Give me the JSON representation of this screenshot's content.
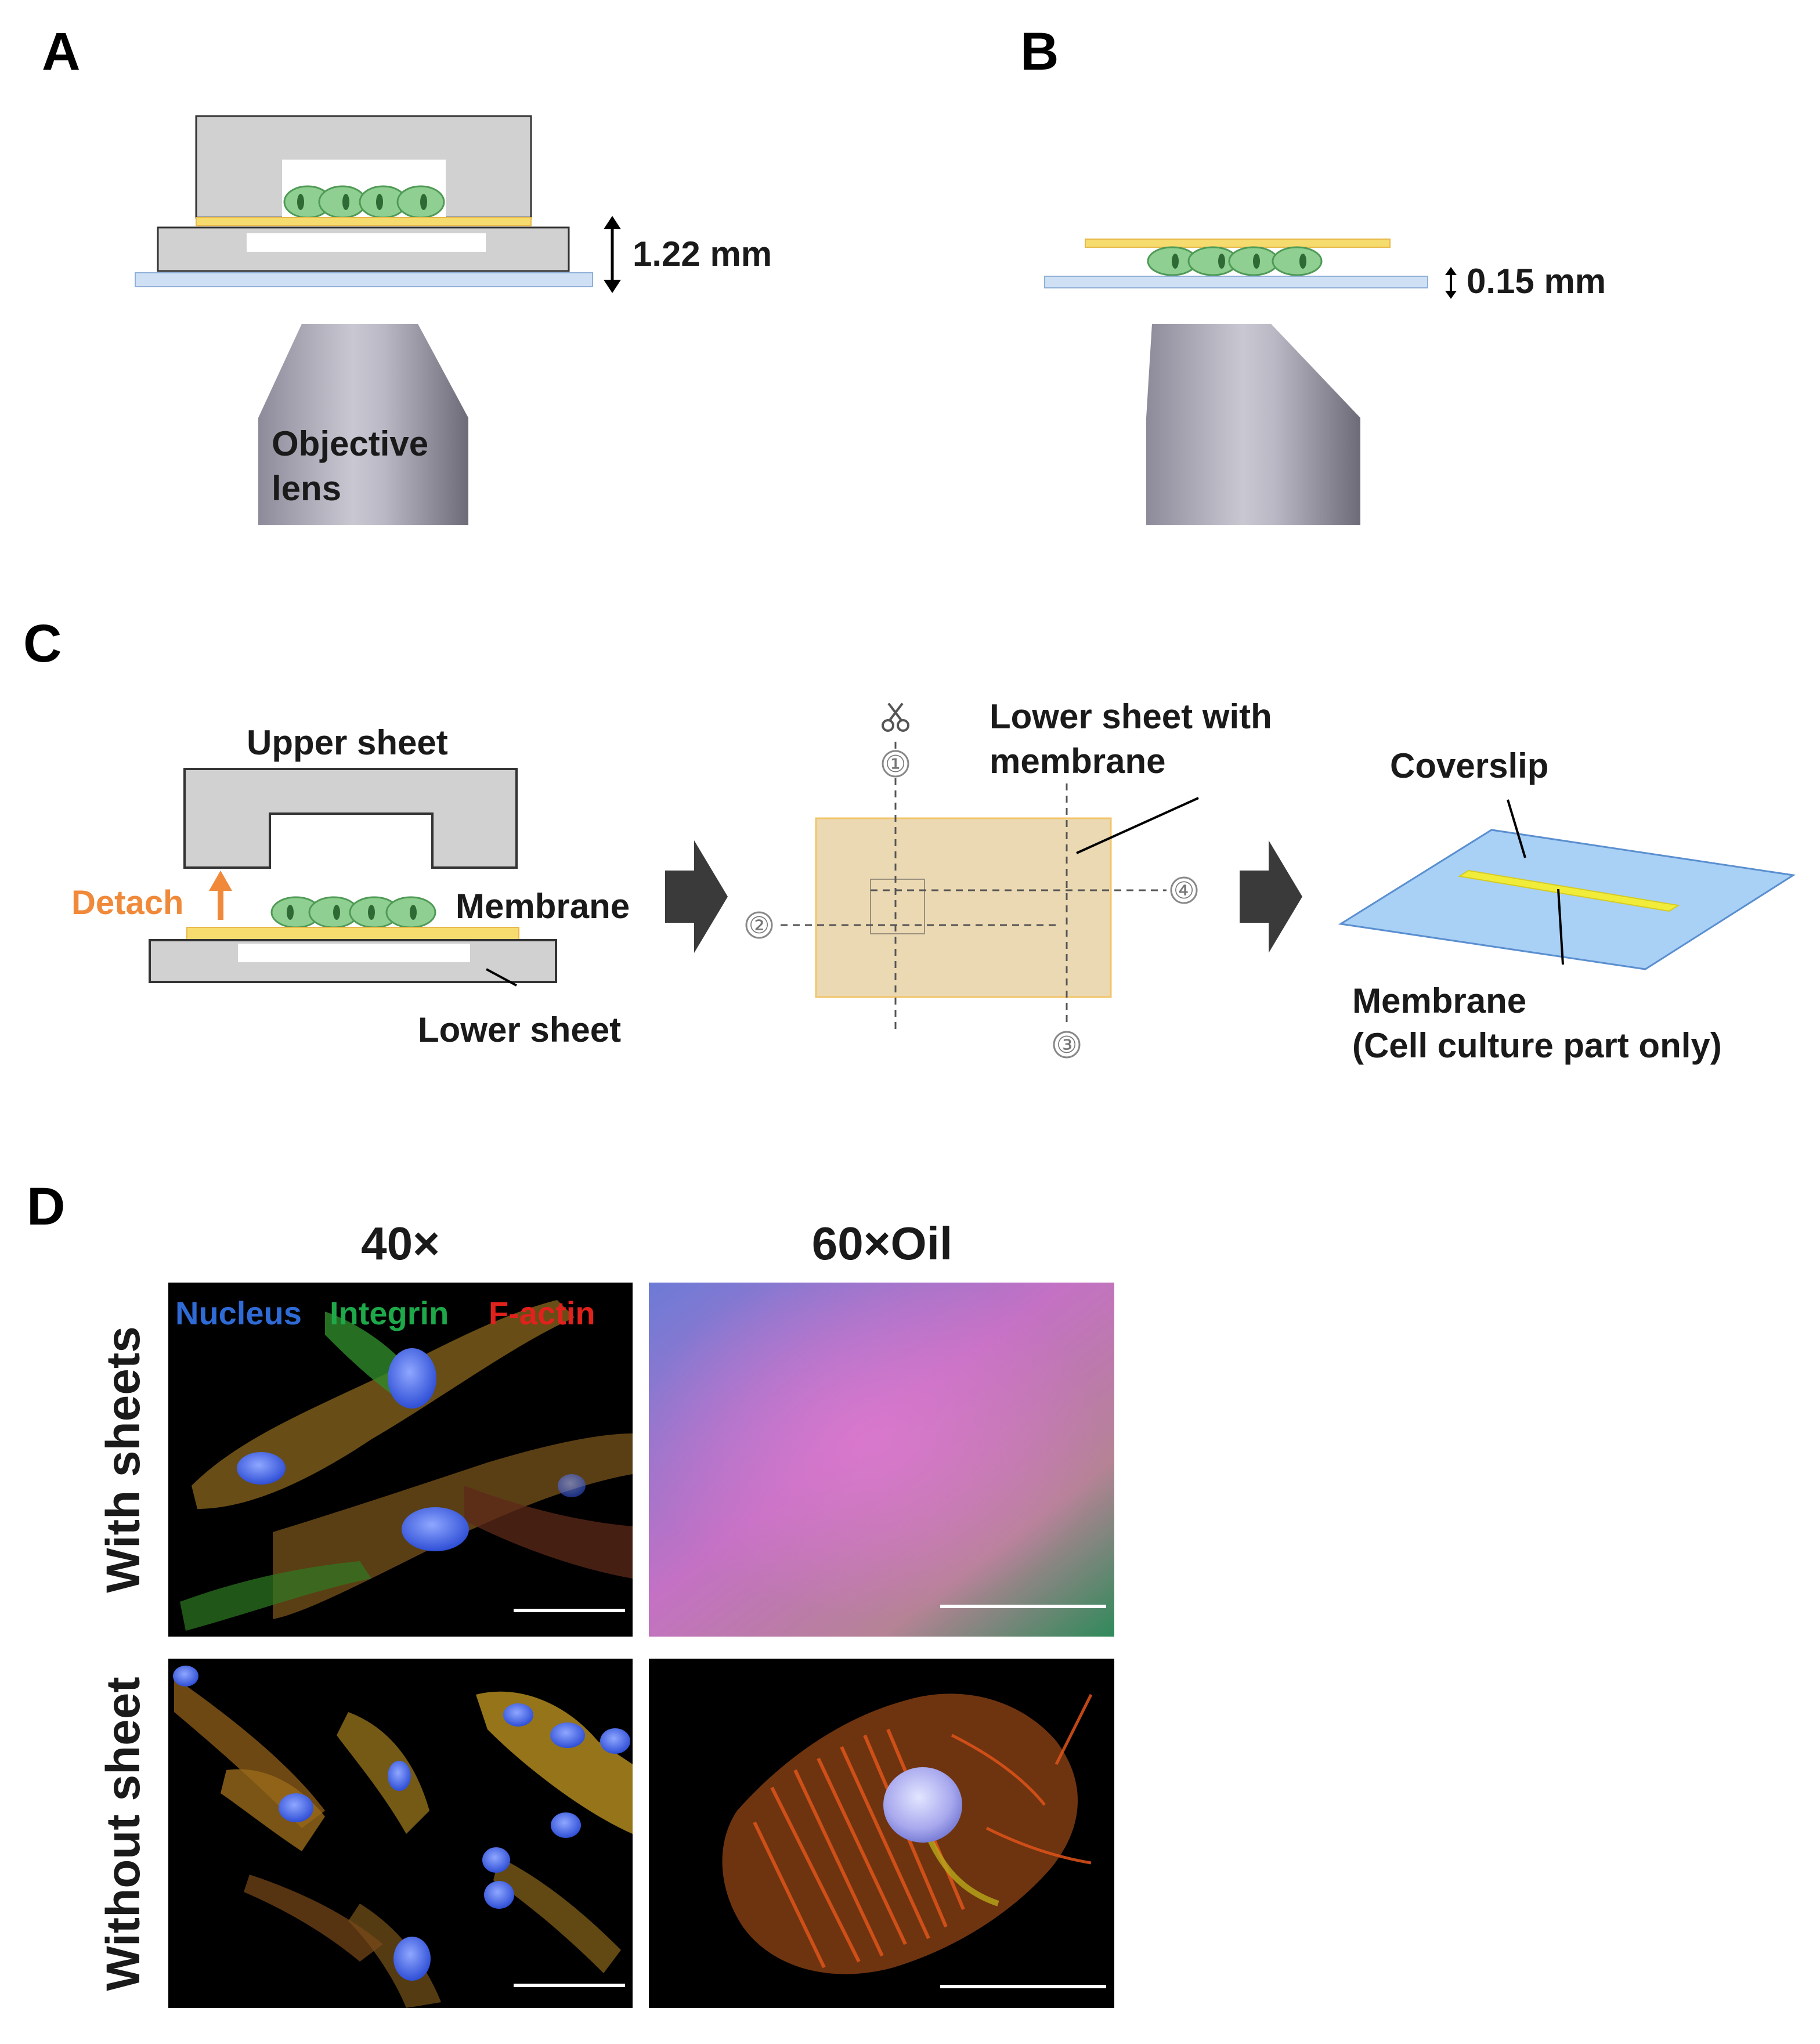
{
  "panels": {
    "a": "A",
    "b": "B",
    "c": "C",
    "d": "D"
  },
  "panel_a": {
    "thickness_label": "1.22 mm",
    "objective_label_line1": "Objective",
    "objective_label_line2": "lens"
  },
  "panel_b": {
    "thickness_label": "0.15 mm"
  },
  "panel_c": {
    "upper_sheet": "Upper sheet",
    "detach": "Detach",
    "membrane": "Membrane",
    "lower_sheet": "Lower sheet",
    "lower_sheet_with_membrane_line1": "Lower sheet with",
    "lower_sheet_with_membrane_line2": "membrane",
    "cut_marks": [
      "①",
      "②",
      "③",
      "④"
    ],
    "coverslip": "Coverslip",
    "membrane_result_line1": "Membrane",
    "membrane_result_line2": "(Cell culture part only)"
  },
  "panel_d": {
    "col_40x": "40×",
    "col_60x": "60×Oil",
    "row_with": "With sheets",
    "row_without": "Without sheet",
    "stain_nucleus": "Nucleus",
    "stain_integrin": "Integrin",
    "stain_factin": "F-actin"
  },
  "colors": {
    "detach": "#f08a3a",
    "membrane": "#f6dc6e",
    "sheet_gray": "#d2d1d1",
    "cell_green": "#8fcf92",
    "coverslip_blue": "#a9d0f5",
    "nucleus_blue": "#2f6bd6",
    "integrin_green": "#1ea84a",
    "factin_red": "#e0211c"
  }
}
